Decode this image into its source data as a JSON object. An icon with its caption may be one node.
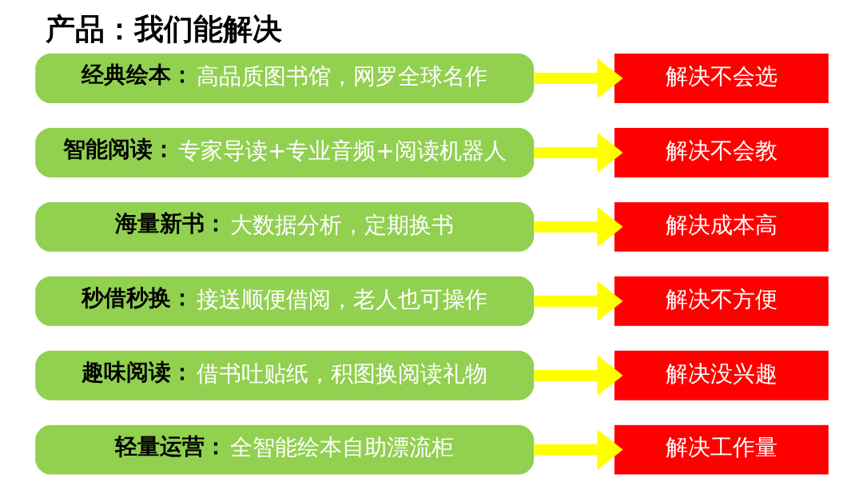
{
  "diagram": {
    "title": "产品：我们能解决",
    "nodes": [
      {
        "text": [
          "经典绘本：",
          "高品质图书馆，网罗全球名作"
        ]
      },
      {
        "text": [
          "解决不会选"
        ]
      },
      {
        "text": [
          "智能阅读：",
          "专家导读+专业音频+阅读机器人"
        ]
      },
      {
        "text": [
          "解决不会教"
        ]
      },
      {
        "text": [
          "海量新书：",
          "大数据分析，定期换书"
        ]
      },
      {
        "text": [
          "解决成本高"
        ]
      },
      {
        "text": [
          "秒借秒换：",
          "接送顺便借阅，老人也可操作"
        ]
      },
      {
        "text": [
          "解决不方便"
        ]
      },
      {
        "text": [
          "趣味阅读：",
          "借书吐贴纸，积图换阅读礼物"
        ]
      },
      {
        "text": [
          "解决没兴趣"
        ]
      },
      {
        "text": [
          "轻量运营：",
          "全智能绘本自助漂流柜"
        ]
      },
      {
        "text": [
          "解决工作量"
        ]
      }
    ],
    "edges": [
      {
        "from": 0,
        "to": 1,
        "arrow": "to"
      },
      {
        "from": 2,
        "to": 3,
        "arrow": "to"
      },
      {
        "from": 4,
        "to": 5,
        "arrow": "to"
      },
      {
        "from": 6,
        "to": 7,
        "arrow": "to"
      },
      {
        "from": 8,
        "to": 9,
        "arrow": "to"
      },
      {
        "from": 10,
        "to": 11,
        "arrow": "to"
      }
    ]
  }
}
